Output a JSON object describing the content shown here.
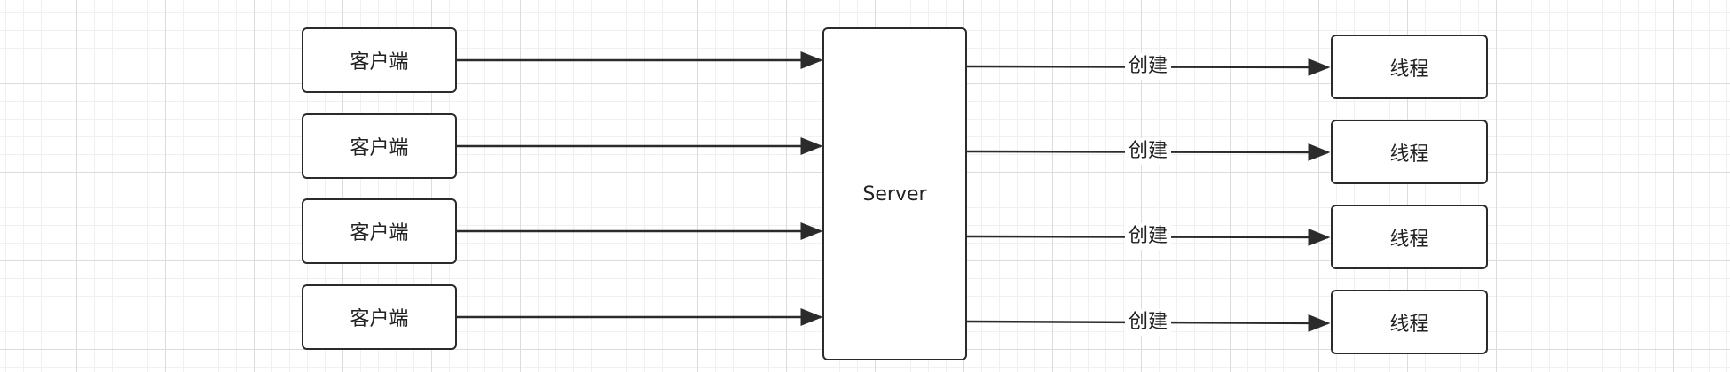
{
  "colors": {
    "stroke": "#2b2b2b",
    "text": "#222222",
    "background": "#ffffff",
    "grid_major": "#dcdcdc",
    "grid_minor": "#f0f0f0"
  },
  "clients": [
    "客户端",
    "客户端",
    "客户端",
    "客户端"
  ],
  "server": {
    "label": "Server"
  },
  "threads": [
    "线程",
    "线程",
    "线程",
    "线程"
  ],
  "edge_labels": [
    "创建",
    "创建",
    "创建",
    "创建"
  ]
}
